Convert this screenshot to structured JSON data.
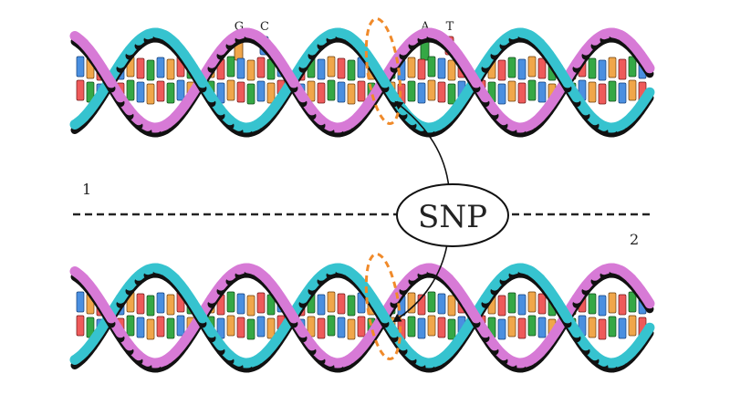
{
  "legend": {
    "bases": [
      {
        "letter": "G",
        "color": "#f0a64a"
      },
      {
        "letter": "C",
        "color": "#4a8fe0"
      },
      {
        "letter": "A",
        "color": "#35a845"
      },
      {
        "letter": "T",
        "color": "#ee5a5a"
      }
    ]
  },
  "strand_labels": {
    "top": "1",
    "bottom": "2"
  },
  "snp_label": "SNP",
  "colors": {
    "strand_a": "#d77ad6",
    "strand_b": "#36c3cf",
    "edge": "#111111",
    "highlight": "#f08a2a",
    "base_g": "#f0a64a",
    "base_c": "#4a8fe0",
    "base_a": "#35a845",
    "base_t": "#ee5a5a"
  }
}
